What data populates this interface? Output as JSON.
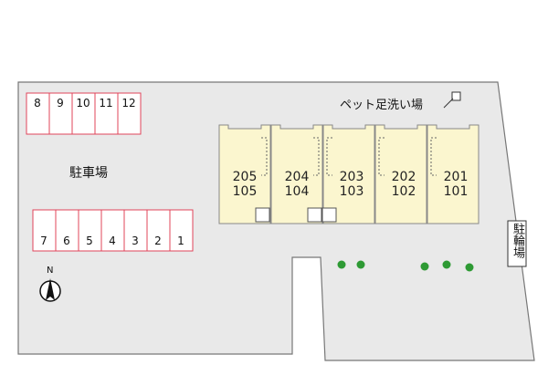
{
  "site": {
    "parking_label": "駐車場",
    "pet_footwash_label": "ペット足洗い場",
    "bicycle_parking_label": "駐輪場",
    "north_label": "N"
  },
  "parking_top": [
    "8",
    "9",
    "10",
    "11",
    "12"
  ],
  "parking_bottom": [
    "7",
    "6",
    "5",
    "4",
    "3",
    "2",
    "1"
  ],
  "units": [
    {
      "upper": "205",
      "lower": "105"
    },
    {
      "upper": "204",
      "lower": "104"
    },
    {
      "upper": "203",
      "lower": "103"
    },
    {
      "upper": "202",
      "lower": "102"
    },
    {
      "upper": "201",
      "lower": "101"
    }
  ],
  "colors": {
    "site_fill": "#e9e9e9",
    "site_border": "#777777",
    "parking_border": "#e0445a",
    "building_fill": "#fbf6cf",
    "building_border": "#888888",
    "tree": "#2e9a34"
  }
}
